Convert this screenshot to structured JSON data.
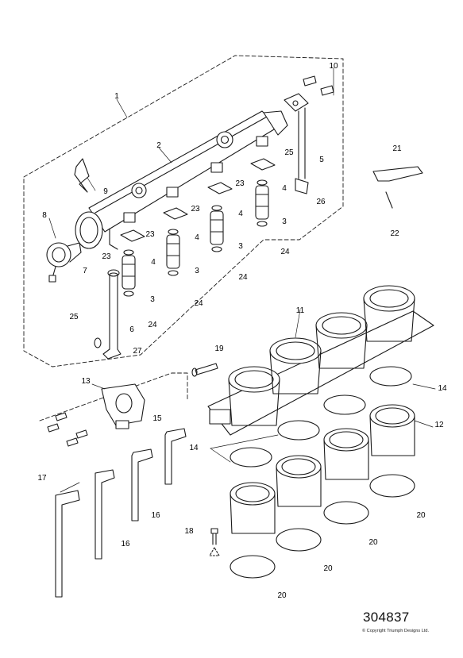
{
  "diagram": {
    "code": "304837",
    "copyright": "© Copyright Triumph Designs Ltd.",
    "callouts": {
      "n1": "1",
      "n2": "2",
      "n3a": "3",
      "n3b": "3",
      "n3c": "3",
      "n3d": "3",
      "n4a": "4",
      "n4b": "4",
      "n4c": "4",
      "n4d": "4",
      "n5": "5",
      "n6": "6",
      "n7": "7",
      "n8": "8",
      "n9": "9",
      "n10": "10",
      "n11": "11",
      "n12": "12",
      "n13": "13",
      "n14a": "14",
      "n14b": "14",
      "n15": "15",
      "n16a": "16",
      "n16b": "16",
      "n17": "17",
      "n18": "18",
      "n19": "19",
      "n20a": "20",
      "n20b": "20",
      "n20c": "20",
      "n20d": "20",
      "n21": "21",
      "n22": "22",
      "n23a": "23",
      "n23b": "23",
      "n23c": "23",
      "n23d": "23",
      "n24a": "24",
      "n24b": "24",
      "n24c": "24",
      "n24d": "24",
      "n25a": "25",
      "n25b": "25",
      "n26": "26",
      "n27": "27"
    }
  }
}
